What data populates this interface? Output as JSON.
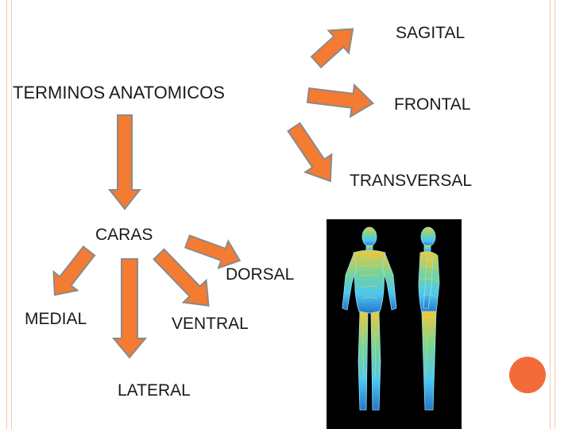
{
  "diagram": {
    "title": "TERMINOS ANATOMICOS",
    "planes": [
      "SAGITAL",
      "FRONTAL",
      "TRANSVERSAL"
    ],
    "caras_label": "CARAS",
    "caras_items": [
      "DORSAL",
      "MEDIAL",
      "VENTRAL",
      "LATERAL"
    ]
  },
  "colors": {
    "arrow_fill": "#f47b32",
    "arrow_stroke": "#8a8a8a",
    "accent_circle": "#f26b38",
    "frame_line": "#f4c9b6",
    "figure_glow": "#4fd3ff",
    "figure_warm": "#ffd23a"
  },
  "illustration": {
    "subject": "human-body-front-and-side-views",
    "icon": "body-figures-icon"
  }
}
